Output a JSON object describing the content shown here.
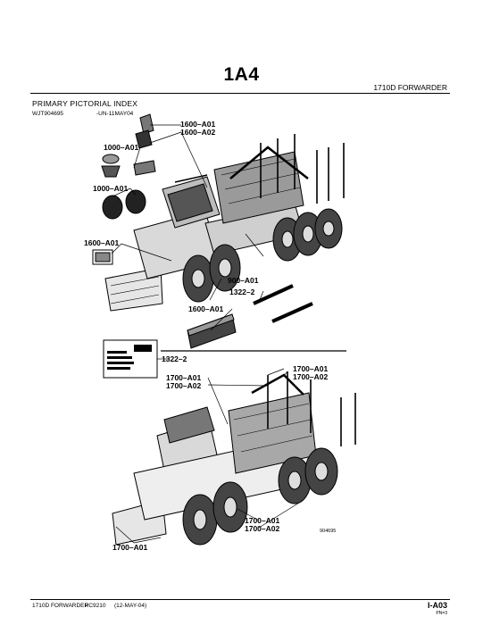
{
  "header": {
    "section_code": "1A4",
    "model": "1710D FORWARDER"
  },
  "index": {
    "title": "PRIMARY PICTORIAL INDEX",
    "drawing_ref": "WJT904695",
    "drawing_date": "-UN-11MAY04"
  },
  "callouts": [
    "1600–A01",
    "1600–A02",
    "1000–A01",
    "1000–A01",
    "1600–A01",
    "900–A01",
    "1322–2",
    "1600–A01",
    "1322–2",
    "1700–A01",
    "1700–A02",
    "1700–A01",
    "1700–A02",
    "1700–A01",
    "1700–A02",
    "1700–A01"
  ],
  "figure_id": "904695",
  "footer": {
    "model": "1710D FORWARDER",
    "pc": "PC9210",
    "date": "(12-MAY-04)",
    "page": "I-A03",
    "page_sub": "PN=3"
  }
}
